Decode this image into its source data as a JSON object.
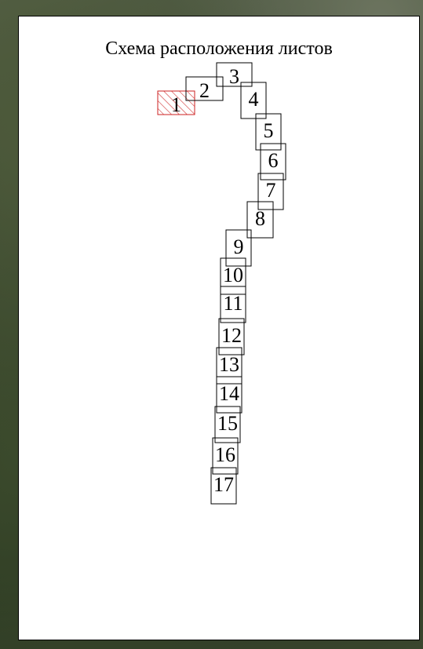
{
  "map": {
    "title": "Схема расположения листов",
    "selected_sheet": "1",
    "sheet_labels": [
      "1",
      "2",
      "3",
      "4",
      "5",
      "6",
      "7",
      "8",
      "9",
      "10",
      "11",
      "12",
      "13",
      "14",
      "15",
      "16",
      "17"
    ]
  },
  "colors": {
    "selected_hatch": "#cc2222",
    "frame": "#000000",
    "paper": "#ffffff"
  }
}
